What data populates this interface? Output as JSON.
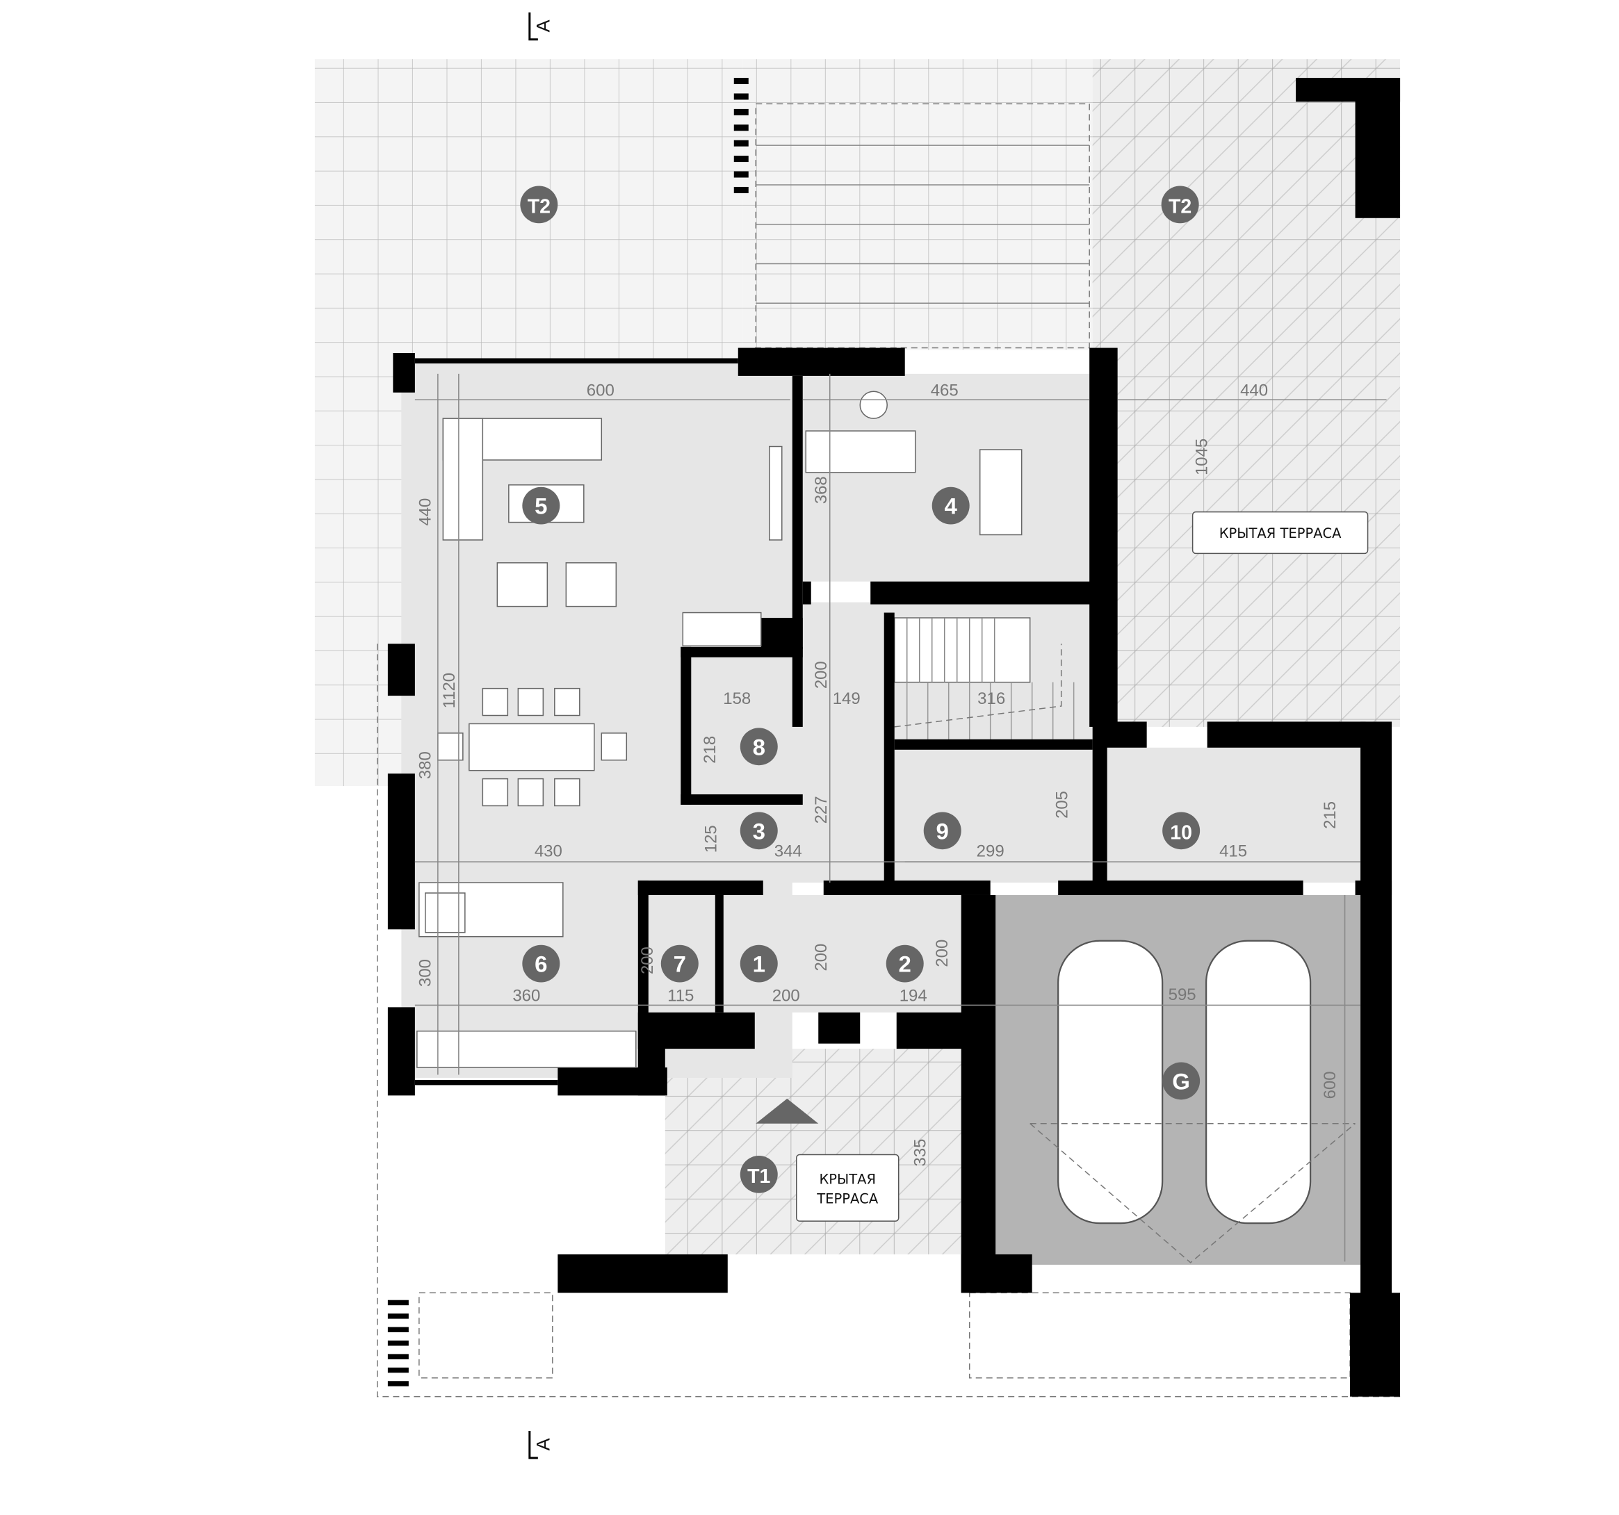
{
  "section_marks": [
    "A",
    "A"
  ],
  "rooms": [
    {
      "id": "1"
    },
    {
      "id": "2"
    },
    {
      "id": "3"
    },
    {
      "id": "4"
    },
    {
      "id": "5"
    },
    {
      "id": "6"
    },
    {
      "id": "7"
    },
    {
      "id": "8"
    },
    {
      "id": "9"
    },
    {
      "id": "10"
    },
    {
      "id": "G"
    },
    {
      "id": "T1"
    },
    {
      "id": "T2"
    },
    {
      "id": "T2"
    }
  ],
  "labels": {
    "covered_terrace_right": "КРЫТАЯ ТЕРРАСА",
    "covered_terrace_t1_line1": "КРЫТАЯ",
    "covered_terrace_t1_line2": "ТЕРРАСА"
  },
  "dimensions": {
    "living_width": "600",
    "room4_width": "465",
    "terrace_width": "440",
    "living_depth": "440",
    "terrace_depth": "1045",
    "room4_depth": "368",
    "total_depth": "1120",
    "dining_window": "380",
    "hall_upper": "200",
    "hall_width": "149",
    "bath_width": "158",
    "stair_width": "316",
    "bath_depth": "218",
    "hall_depth": "227",
    "hall_lower": "125",
    "hall_len": "344",
    "dining_width": "430",
    "room9_width": "299",
    "room9_depth": "205",
    "room10_width": "415",
    "room10_depth": "215",
    "room7_depth": "200",
    "room7_width": "115",
    "room1_depth": "200",
    "room1_width": "200",
    "room2_depth": "200",
    "room2_width": "194",
    "kitchen_width": "360",
    "kitchen_window": "300",
    "garage_width": "595",
    "garage_depth": "600",
    "t1_depth": "335"
  }
}
